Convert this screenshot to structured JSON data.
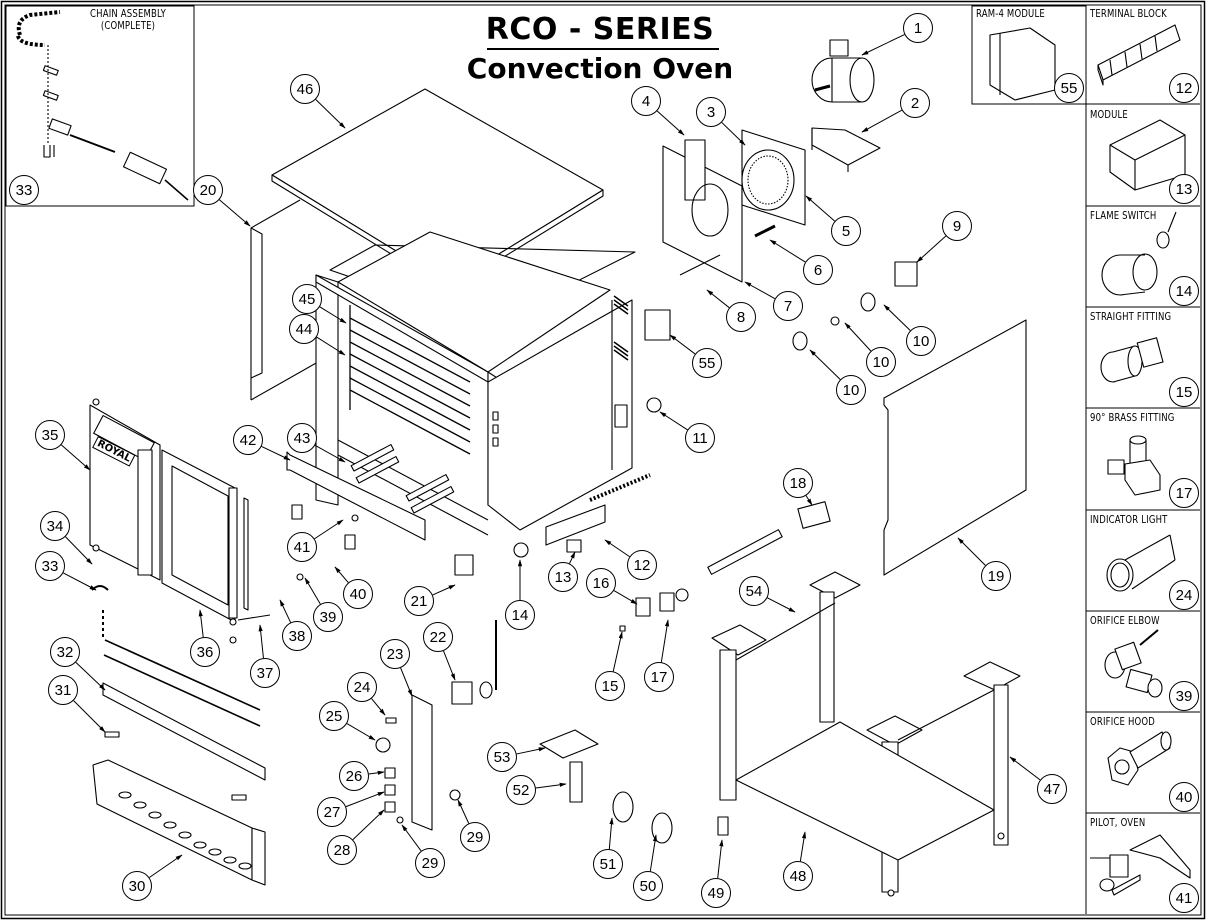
{
  "title": {
    "line1": "RCO - SERIES",
    "line2": "Convection Oven"
  },
  "brand_badge": "ROYAL",
  "insets": [
    {
      "id": "chain",
      "label": "CHAIN ASSEMBLY\n(COMPLETE)",
      "part": "33"
    },
    {
      "id": "ram4",
      "label": "RAM-4 MODULE",
      "part": "55"
    },
    {
      "id": "terminal",
      "label": "TERMINAL BLOCK",
      "part": "12"
    },
    {
      "id": "module",
      "label": "MODULE",
      "part": "13"
    },
    {
      "id": "flame",
      "label": "FLAME SWITCH",
      "part": "14"
    },
    {
      "id": "straight",
      "label": "STRAIGHT FITTING",
      "part": "15"
    },
    {
      "id": "brass90",
      "label": "90° BRASS FITTING",
      "part": "17"
    },
    {
      "id": "indicator",
      "label": "INDICATOR LIGHT",
      "part": "24"
    },
    {
      "id": "elbow",
      "label": "ORIFICE ELBOW",
      "part": "39"
    },
    {
      "id": "hood",
      "label": "ORIFICE HOOD",
      "part": "40"
    },
    {
      "id": "pilot",
      "label": "PILOT, OVEN",
      "part": "41"
    }
  ],
  "callouts": [
    {
      "n": "1"
    },
    {
      "n": "2"
    },
    {
      "n": "3"
    },
    {
      "n": "4"
    },
    {
      "n": "5"
    },
    {
      "n": "6"
    },
    {
      "n": "7"
    },
    {
      "n": "8"
    },
    {
      "n": "9"
    },
    {
      "n": "10"
    },
    {
      "n": "10"
    },
    {
      "n": "10"
    },
    {
      "n": "11"
    },
    {
      "n": "12"
    },
    {
      "n": "13"
    },
    {
      "n": "14"
    },
    {
      "n": "15"
    },
    {
      "n": "16"
    },
    {
      "n": "17"
    },
    {
      "n": "18"
    },
    {
      "n": "19"
    },
    {
      "n": "20"
    },
    {
      "n": "21"
    },
    {
      "n": "22"
    },
    {
      "n": "23"
    },
    {
      "n": "24"
    },
    {
      "n": "25"
    },
    {
      "n": "26"
    },
    {
      "n": "27"
    },
    {
      "n": "28"
    },
    {
      "n": "29"
    },
    {
      "n": "29"
    },
    {
      "n": "30"
    },
    {
      "n": "31"
    },
    {
      "n": "32"
    },
    {
      "n": "33"
    },
    {
      "n": "34"
    },
    {
      "n": "35"
    },
    {
      "n": "36"
    },
    {
      "n": "37"
    },
    {
      "n": "38"
    },
    {
      "n": "39"
    },
    {
      "n": "40"
    },
    {
      "n": "41"
    },
    {
      "n": "42"
    },
    {
      "n": "43"
    },
    {
      "n": "44"
    },
    {
      "n": "45"
    },
    {
      "n": "46"
    },
    {
      "n": "47"
    },
    {
      "n": "48"
    },
    {
      "n": "49"
    },
    {
      "n": "50"
    },
    {
      "n": "51"
    },
    {
      "n": "52"
    },
    {
      "n": "53"
    },
    {
      "n": "54"
    },
    {
      "n": "55"
    }
  ]
}
